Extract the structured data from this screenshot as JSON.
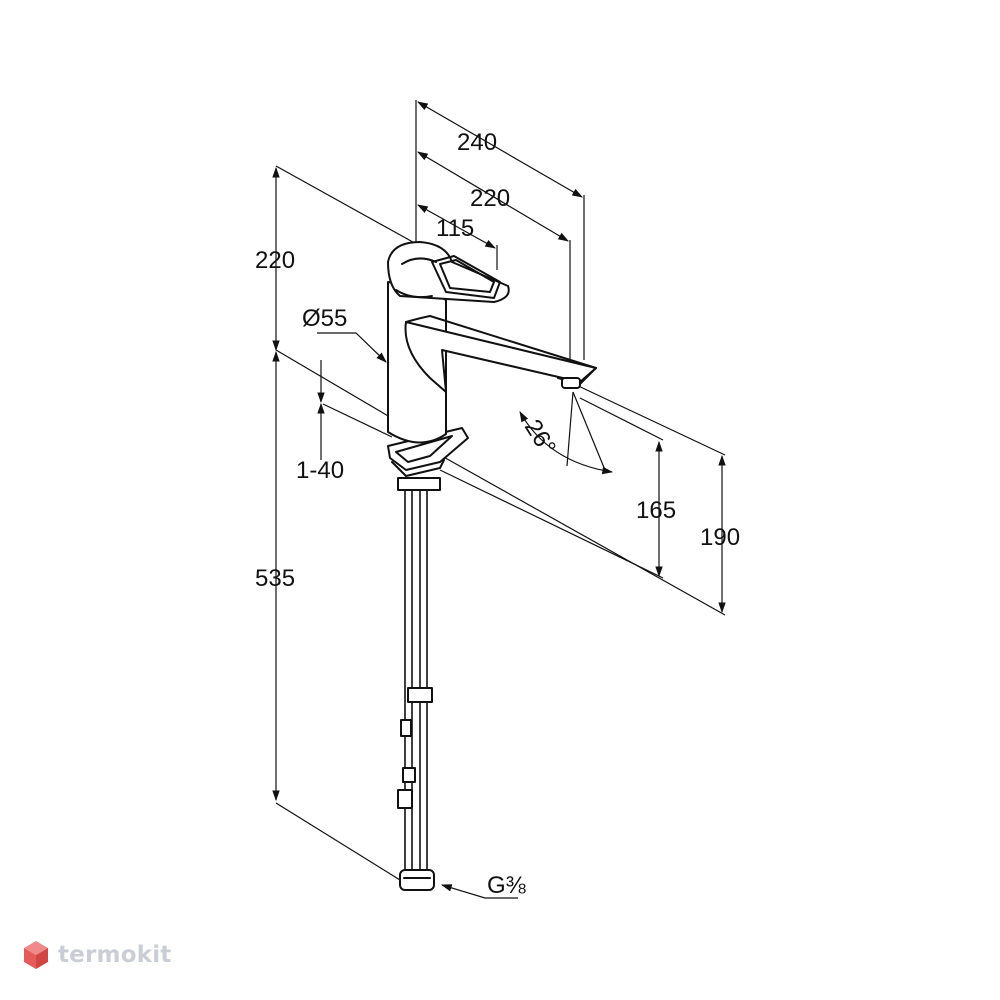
{
  "dimensions": {
    "width_total": "240",
    "width_spout": "220",
    "width_lever": "115",
    "height_top": "220",
    "diameter": "Ø55",
    "deck_thickness": "1-40",
    "height_total": "535",
    "spout_angle": "26°",
    "spout_height": "165",
    "overall_height": "190",
    "thread": "G⅜"
  },
  "watermark": {
    "brand": "termokit",
    "colors": {
      "text": "#c9ced6",
      "icon_top": "#f08a8a",
      "icon_left": "#e35b5b",
      "icon_right": "#d24545"
    }
  },
  "colors": {
    "line": "#111111",
    "background": "#ffffff"
  }
}
